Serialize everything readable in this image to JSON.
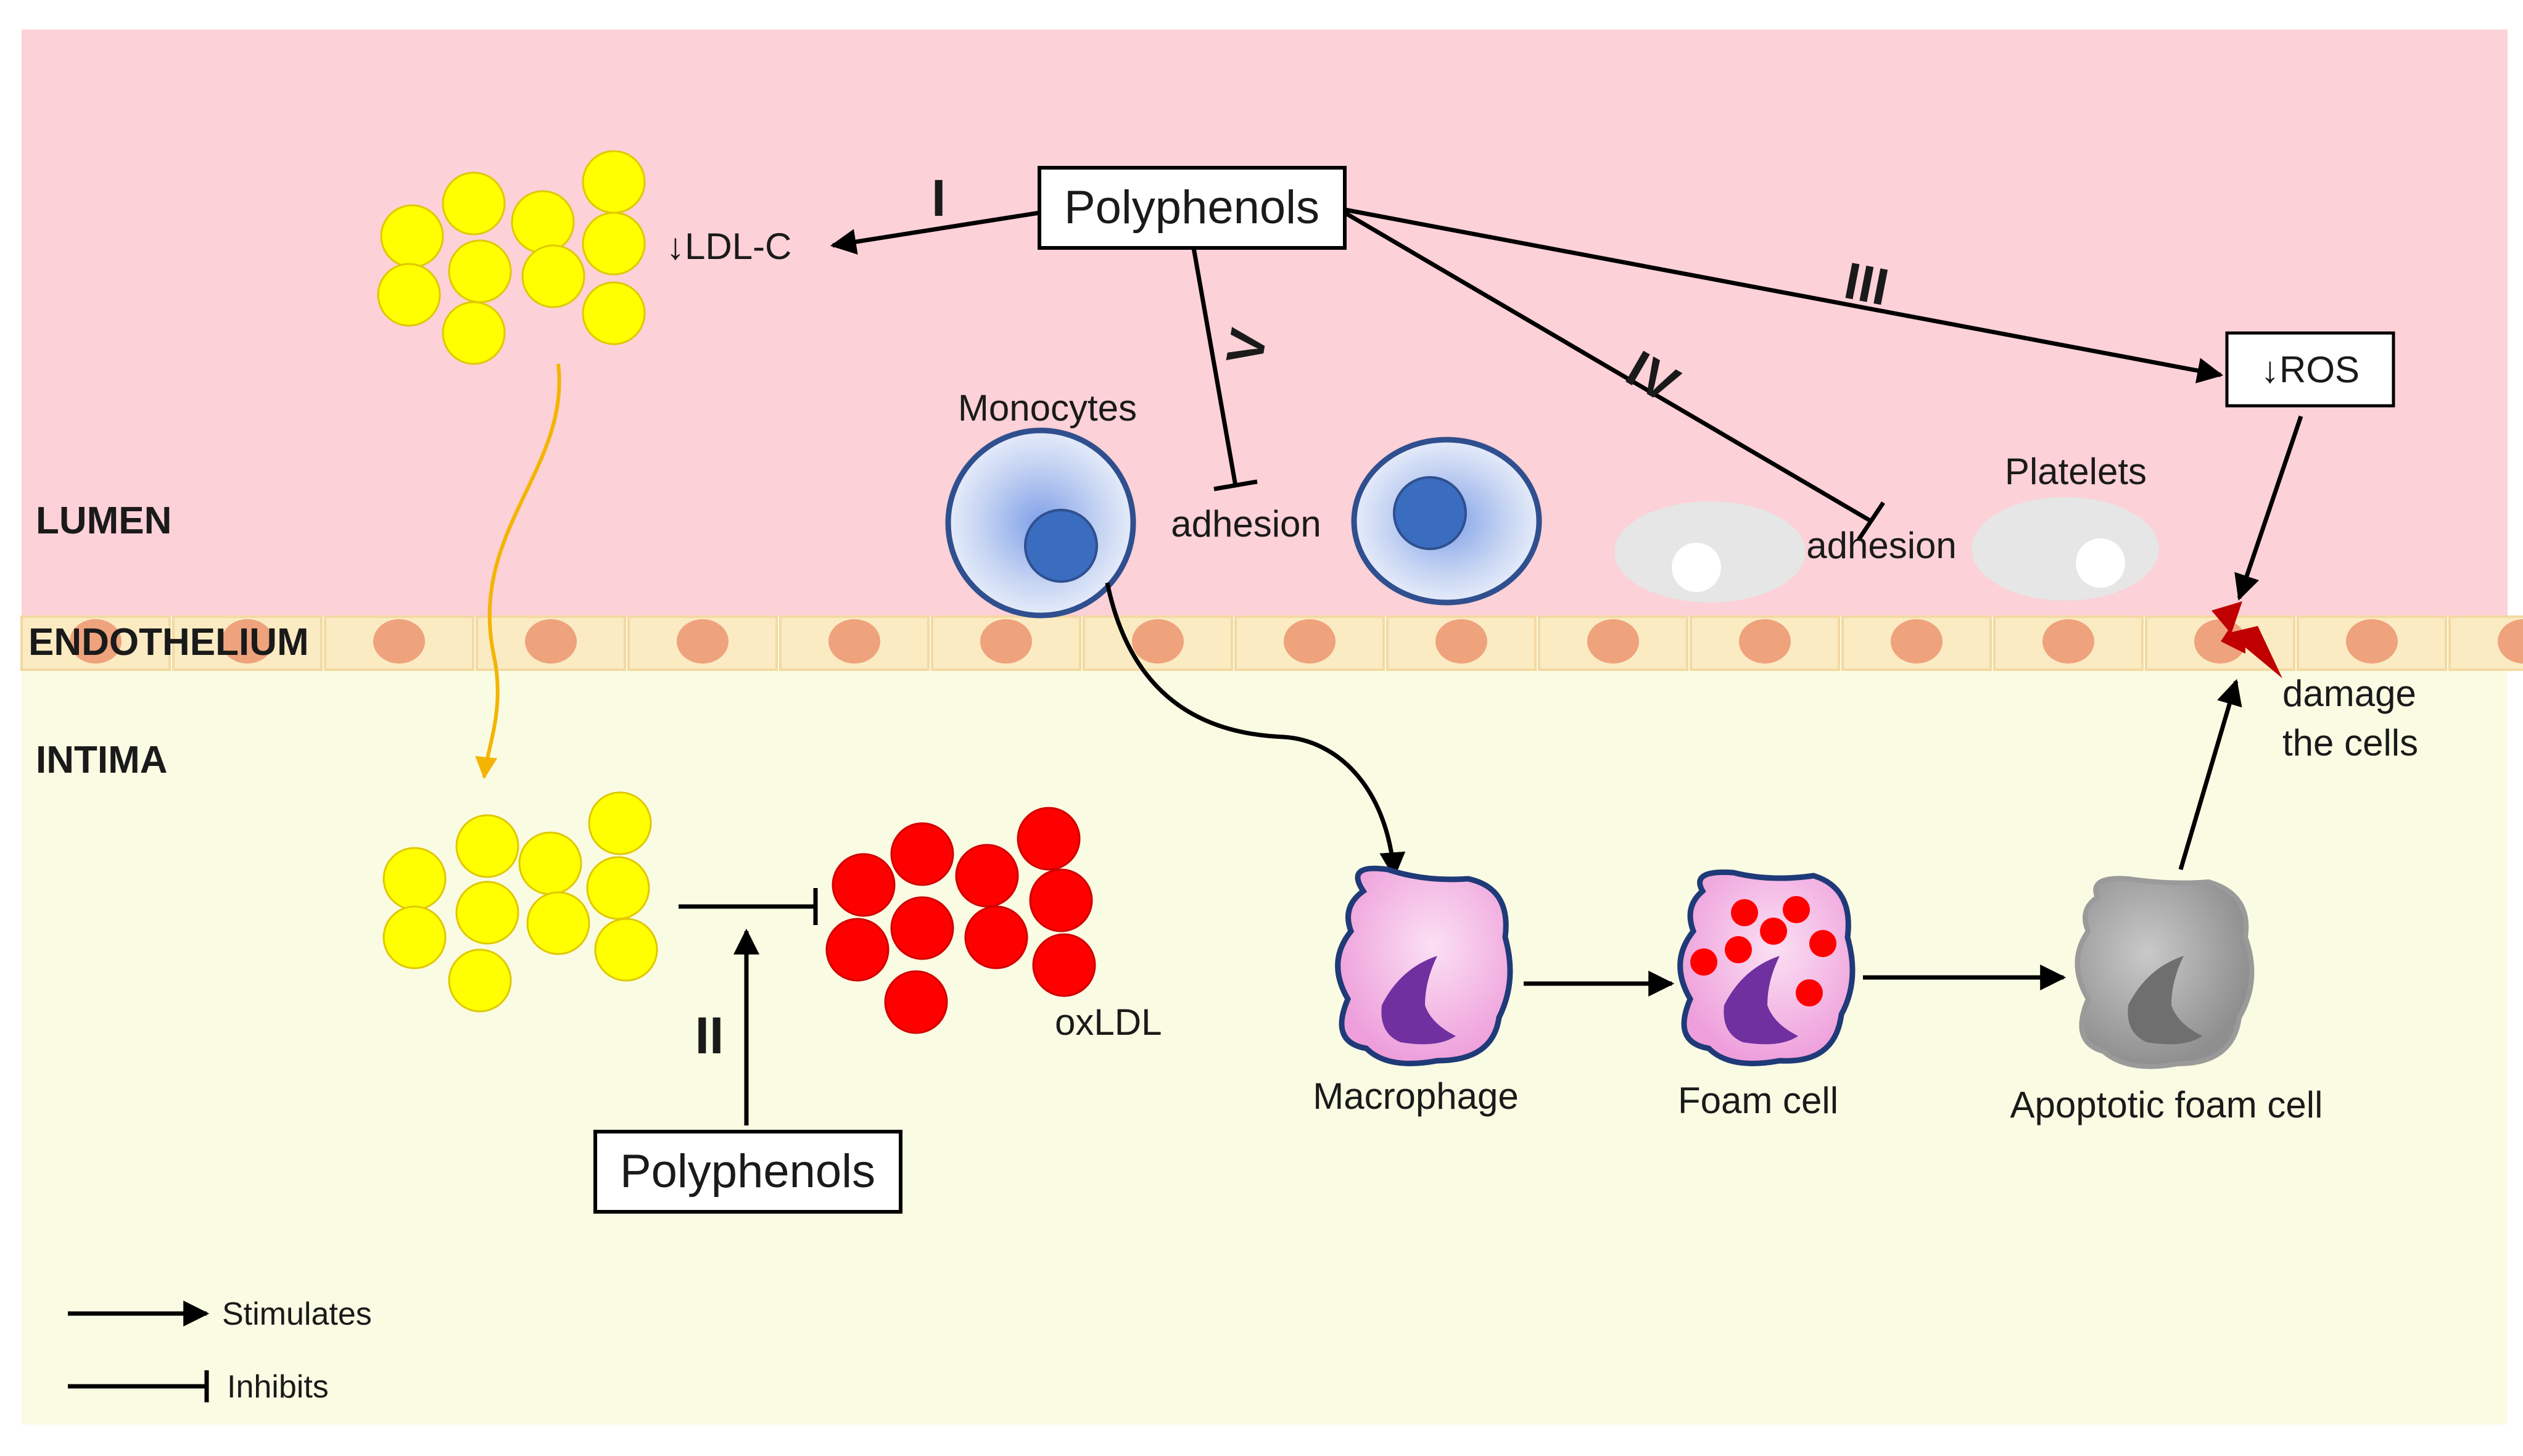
{
  "regions": {
    "lumen": "LUMEN",
    "endothelium": "ENDOTHELIUM",
    "intima": "INTIMA"
  },
  "labels": {
    "polyphenols_top": "Polyphenols",
    "polyphenols_bottom": "Polyphenols",
    "ldl_c": "↓LDL-C",
    "ros": "↓ROS",
    "monocytes": "Monocytes",
    "platelets": "Platelets",
    "adhesion_monocytes": "adhesion",
    "adhesion_platelets": "adhesion",
    "oxldl": "oxLDL",
    "macrophage": "Macrophage",
    "foam_cell": "Foam cell",
    "apoptotic_foam_cell": "Apoptotic foam cell",
    "damage_line1": "damage",
    "damage_line2": "the cells"
  },
  "pathways": {
    "I": "I",
    "II": "II",
    "III": "III",
    "IV": "IV",
    "V": "V"
  },
  "legend": {
    "stimulates": "Stimulates",
    "inhibits": "Inhibits"
  },
  "colors": {
    "lumen": "#fcd1d7",
    "intima": "#fafbe3",
    "endothelial_cell": "#faebc3",
    "endothelial_nucleus": "#eea37d",
    "ldl": "#ffff00",
    "oxldl": "#ff0000",
    "monocyte": "#3a6cc0",
    "macrophage": "#f4b6e4",
    "macrophage_nucleus": "#7030a0",
    "apoptotic_cell": "#a6a6a6",
    "platelet": "#e6e6e6",
    "ldl_migration_arrow": "#f4b400",
    "damage_bolt": "#c00000"
  }
}
